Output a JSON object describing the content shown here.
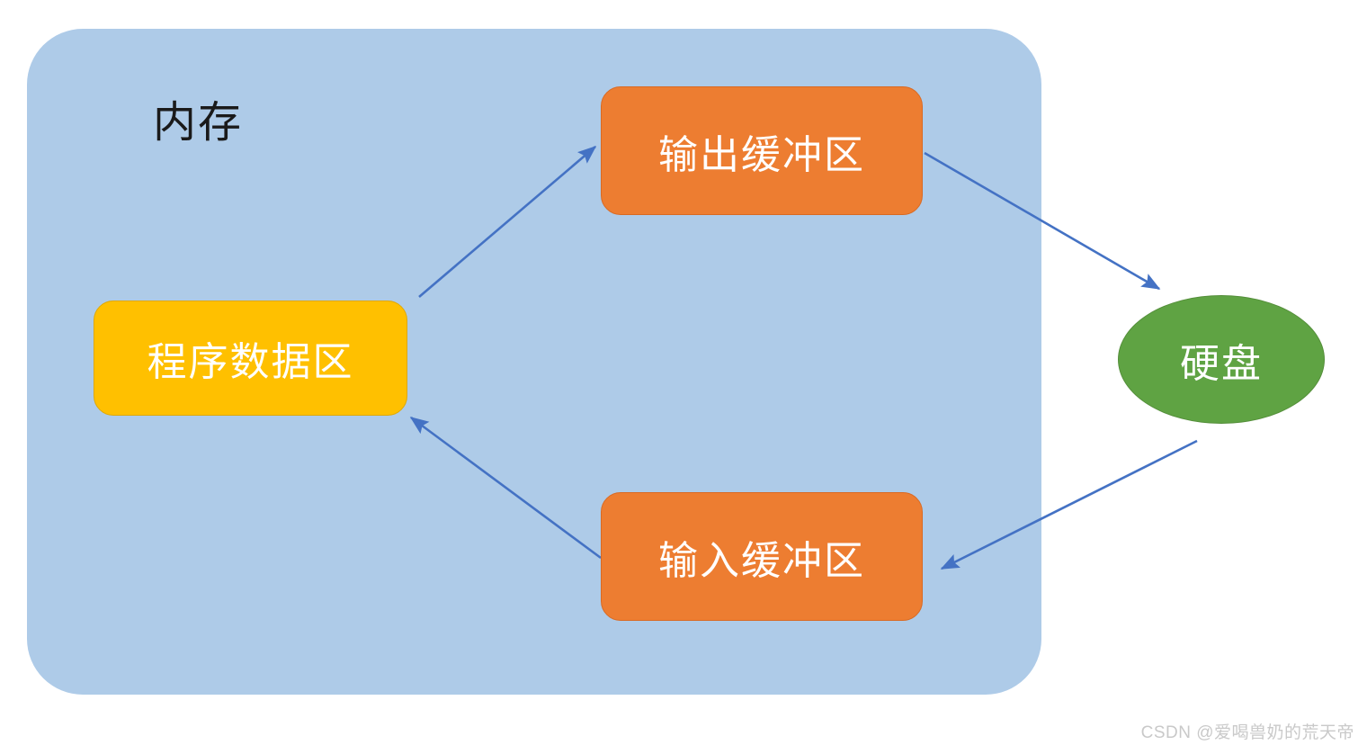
{
  "diagram": {
    "title_label": "内存",
    "colors": {
      "memory_fill": "#AECBE8",
      "buffer_fill": "#ED7D31",
      "data_fill": "#FFC000",
      "disk_fill": "#5FA343",
      "arrow": "#4472C4",
      "node_text": "#FFFFFF",
      "label_text": "#1A1A1A",
      "watermark": "#C9C9C9"
    },
    "nodes": {
      "memory": {
        "label": "内存",
        "shape": "rounded-rect"
      },
      "output_buffer": {
        "label": "输出缓冲区",
        "shape": "rounded-rect"
      },
      "input_buffer": {
        "label": "输入缓冲区",
        "shape": "rounded-rect"
      },
      "program_data": {
        "label": "程序数据区",
        "shape": "rounded-rect"
      },
      "hard_disk": {
        "label": "硬盘",
        "shape": "ellipse"
      }
    },
    "edges": [
      {
        "from": "程序数据区",
        "to": "输出缓冲区",
        "style": "solid-arrow"
      },
      {
        "from": "输出缓冲区",
        "to": "硬盘",
        "style": "solid-arrow"
      },
      {
        "from": "硬盘",
        "to": "输入缓冲区",
        "style": "solid-arrow"
      },
      {
        "from": "输入缓冲区",
        "to": "程序数据区",
        "style": "solid-arrow"
      }
    ]
  },
  "watermark": {
    "text": "CSDN @爱喝兽奶的荒天帝"
  }
}
